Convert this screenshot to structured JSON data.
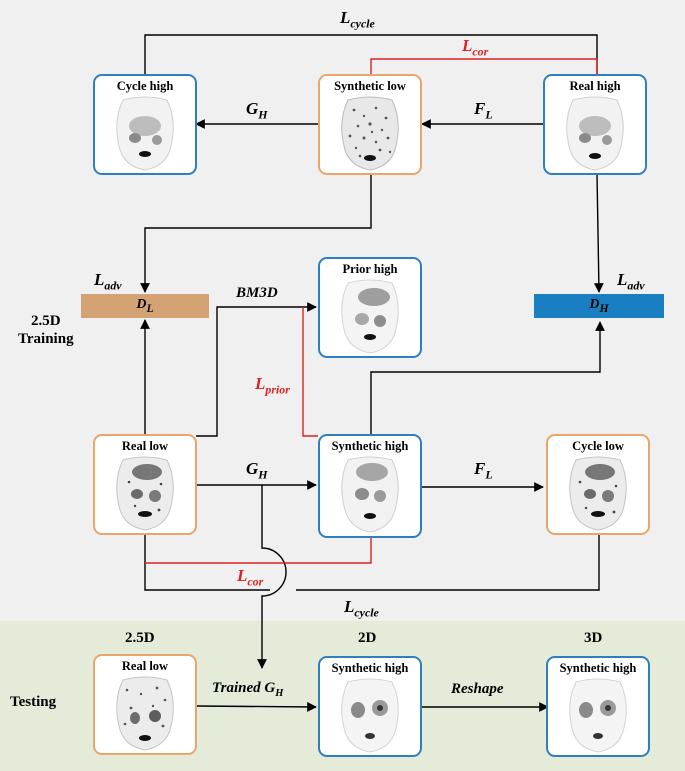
{
  "boxes": {
    "cycle_high": "Cycle high",
    "synthetic_low": "Synthetic low",
    "real_high": "Real high",
    "prior_high": "Prior high",
    "real_low": "Real low",
    "synthetic_high": "Synthetic high",
    "cycle_low": "Cycle low",
    "test_real_low": "Real low",
    "test_synthetic_high_2d": "Synthetic high",
    "test_synthetic_high_3d": "Synthetic high"
  },
  "labels": {
    "l_cycle_top": {
      "main": "L",
      "sub": "cycle"
    },
    "l_cor_top": {
      "main": "L",
      "sub": "cor"
    },
    "g_h_top": {
      "main": "G",
      "sub": "H"
    },
    "f_l_top": {
      "main": "F",
      "sub": "L"
    },
    "l_adv_left": {
      "main": "L",
      "sub": "adv"
    },
    "l_adv_right": {
      "main": "L",
      "sub": "adv"
    },
    "bm3d": "BM3D",
    "l_prior": {
      "main": "L",
      "sub": "prior"
    },
    "g_h_mid": {
      "main": "G",
      "sub": "H"
    },
    "f_l_mid": {
      "main": "F",
      "sub": "L"
    },
    "l_cor_bottom": {
      "main": "L",
      "sub": "cor"
    },
    "l_cycle_bottom": {
      "main": "L",
      "sub": "cycle"
    },
    "trained_g_h": {
      "main": "Trained G",
      "sub": "H"
    },
    "reshape": "Reshape"
  },
  "discriminators": {
    "d_l": {
      "main": "D",
      "sub": "L",
      "color": "#d4a373"
    },
    "d_h": {
      "main": "D",
      "sub": "H",
      "color": "#1a7fc0"
    }
  },
  "sections": {
    "training": [
      "2.5D",
      "Training"
    ],
    "testing": "Testing",
    "col_2_5d": "2.5D",
    "col_2d": "2D",
    "col_3d": "3D"
  },
  "colors": {
    "blue_border": "#2e7fc1",
    "orange_border": "#eaa66a",
    "red_line": "#e02020",
    "testing_bg": "#e4ebd8"
  }
}
